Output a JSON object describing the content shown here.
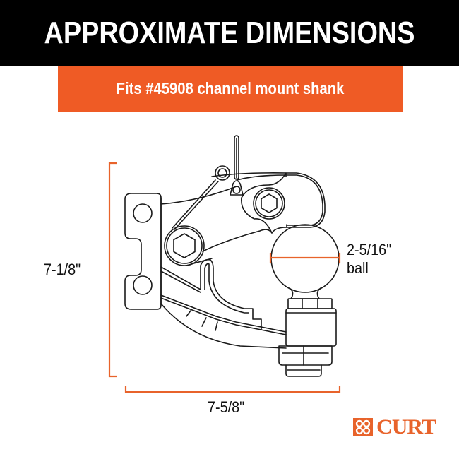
{
  "header": {
    "title": "APPROXIMATE DIMENSIONS",
    "background": "#000000",
    "text_color": "#FFFFFF"
  },
  "banner": {
    "text": "Fits #45908 channel mount shank",
    "background": "#EF5B25",
    "text_color": "#FFFFFF"
  },
  "diagram": {
    "subject": "pintle hook combination hitch with ball",
    "line_color": "#1A1A1A",
    "dimension_color": "#E8632B",
    "dimensions": {
      "height": "7-1/8\"",
      "width": "7-5/8\"",
      "ball_size": "2-5/16\"",
      "ball_label": "ball"
    }
  },
  "brand": {
    "name": "CURT",
    "icon": "curt-logo-icon",
    "color": "#E8632B"
  }
}
